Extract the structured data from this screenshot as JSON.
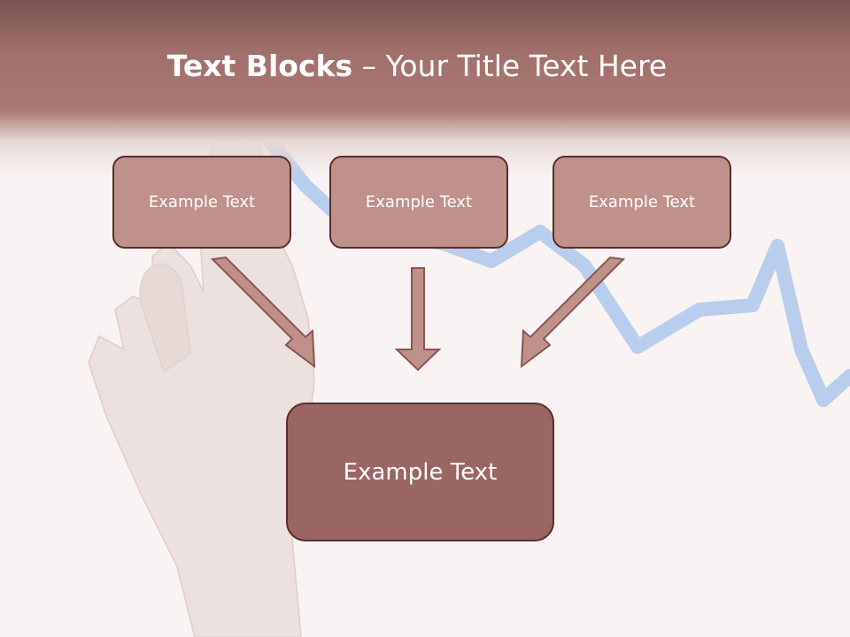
{
  "title": {
    "bold_part": "Text Blocks",
    "separator": " – ",
    "regular_part": "Your Title Text Here"
  },
  "boxes": {
    "top": [
      "Example Text",
      "Example Text",
      "Example Text"
    ],
    "bottom": "Example Text"
  },
  "colors": {
    "header": "#a2706b",
    "box_fill": "#c0918b",
    "box_main_fill": "#9b6563",
    "box_border": "#5a2d2a",
    "arrow_fill": "#c0918b",
    "arrow_stroke": "#8a5450",
    "trend_line": "#b9cdee",
    "background": "#f9f4f3"
  }
}
